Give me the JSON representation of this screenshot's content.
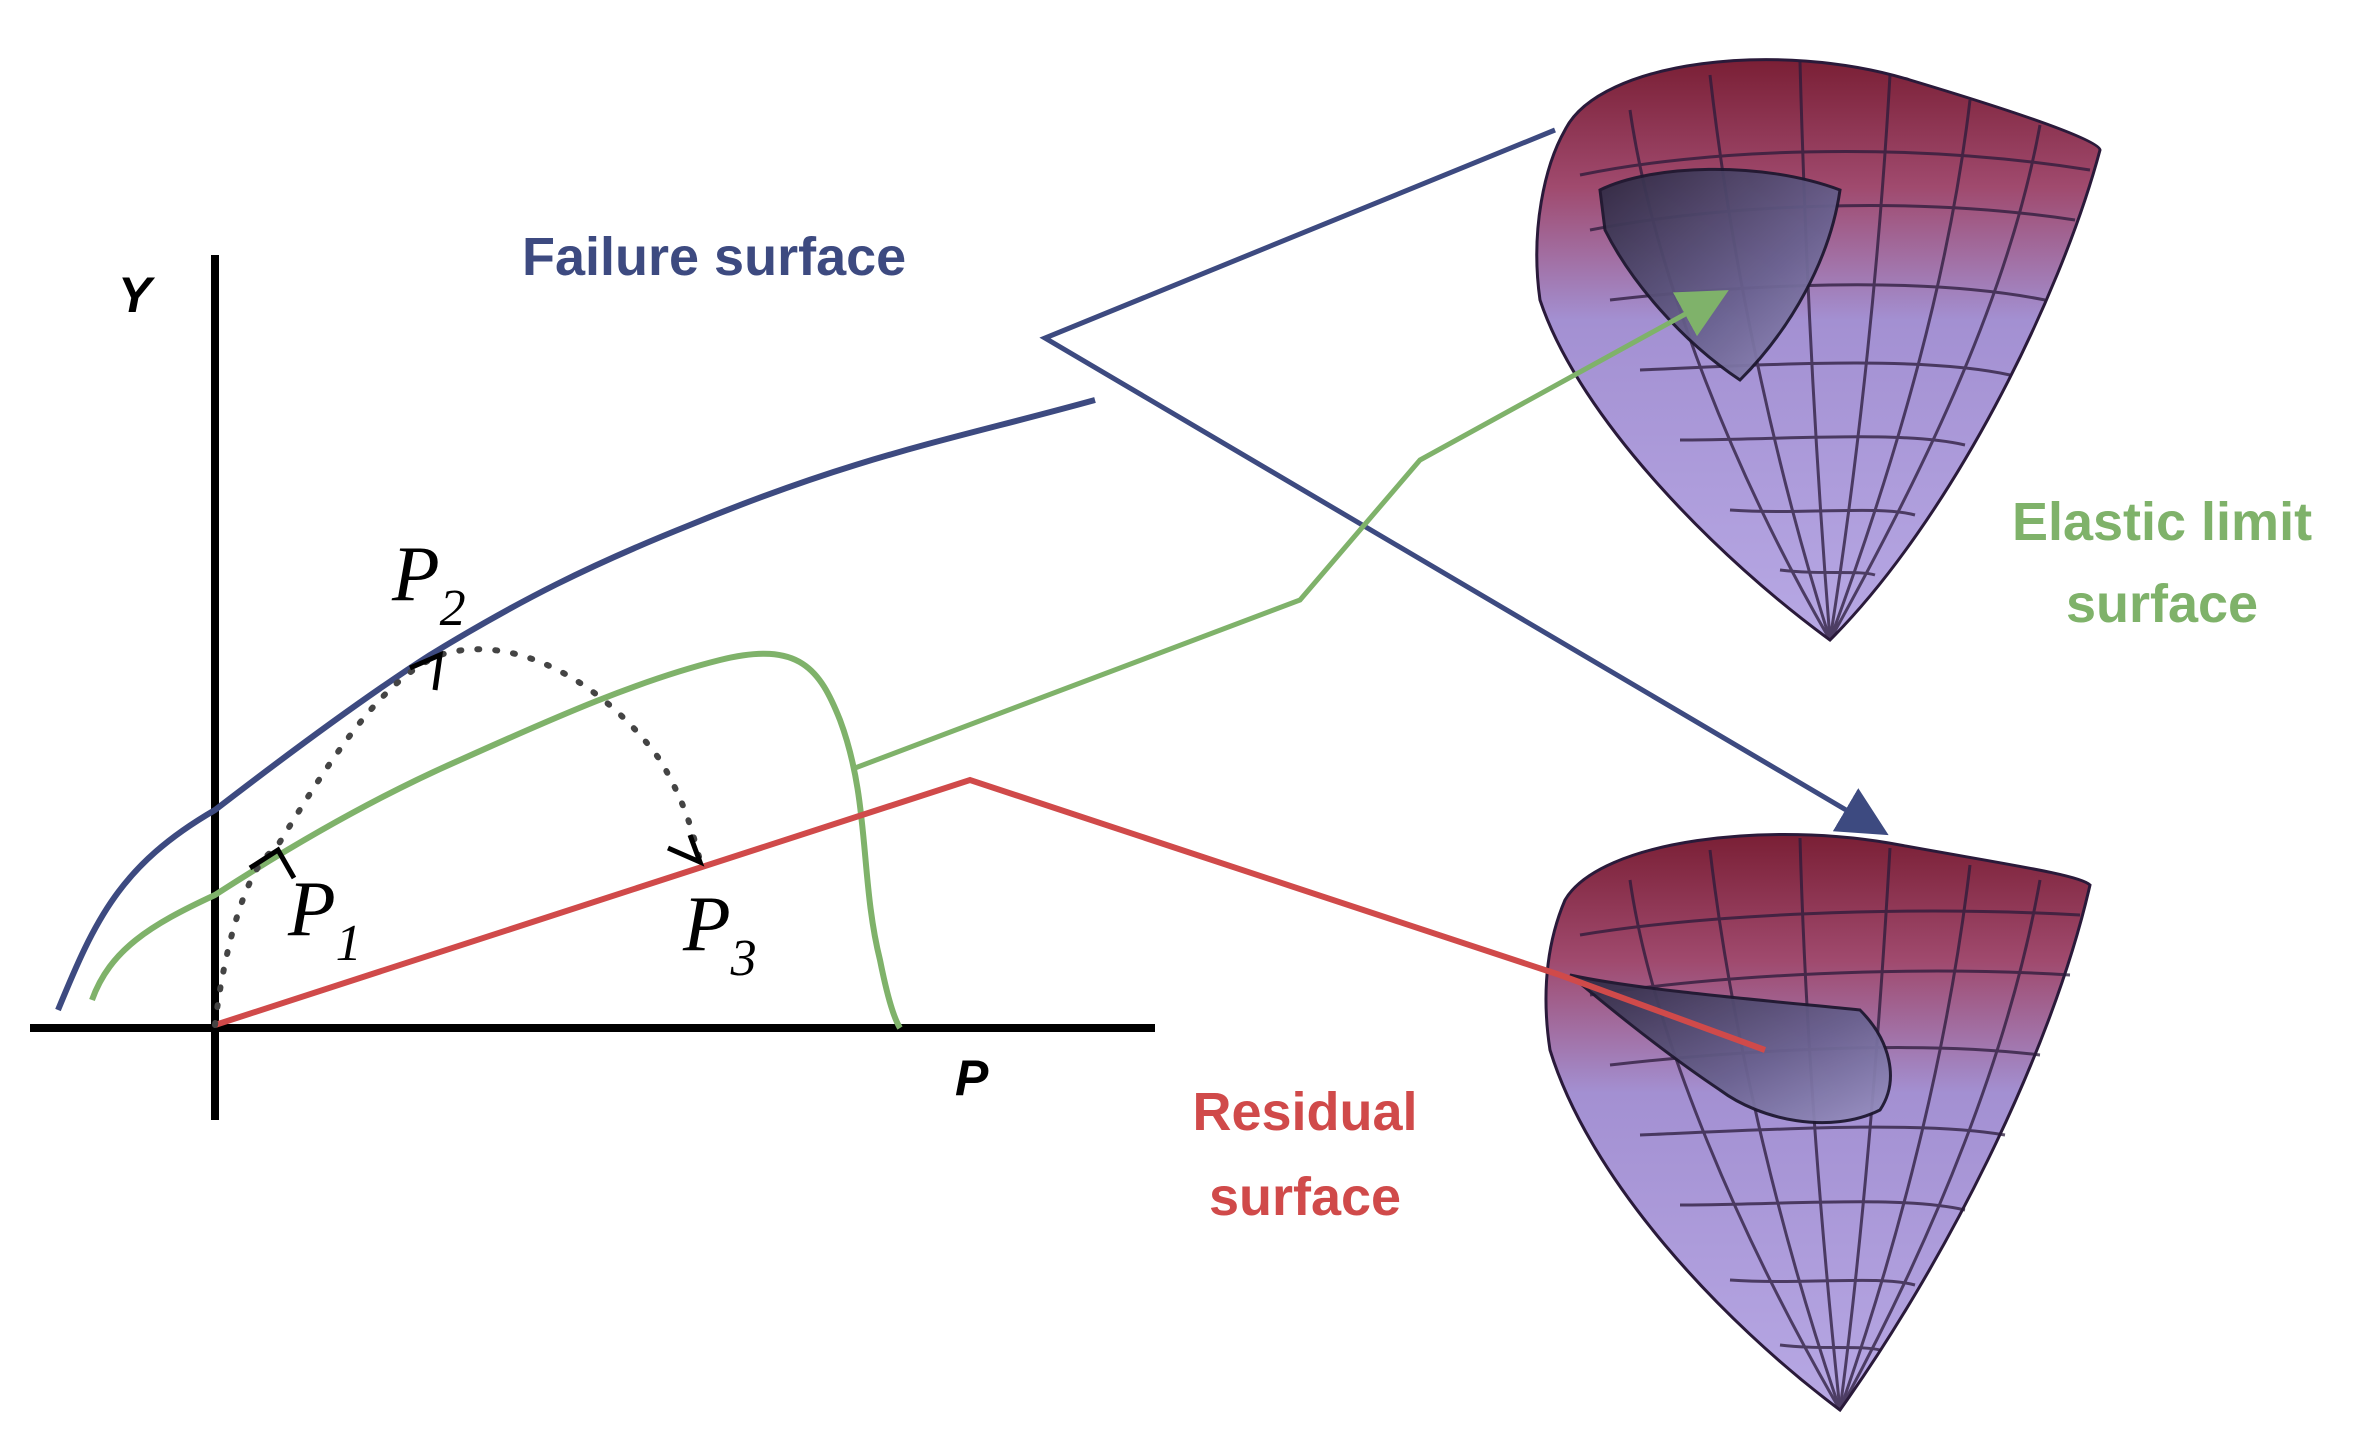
{
  "axes": {
    "y_label": "Y",
    "x_label": "P"
  },
  "labels": {
    "failure": "Failure surface",
    "elastic_line1": "Elastic limit",
    "elastic_line2": "surface",
    "residual_line1": "Residual",
    "residual_line2": "surface"
  },
  "points": [
    {
      "letter": "P",
      "sub": "1"
    },
    {
      "letter": "P",
      "sub": "2"
    },
    {
      "letter": "P",
      "sub": "3"
    }
  ],
  "colors": {
    "failure": "#3d4a80",
    "elastic": "#7fb26a",
    "residual": "#d04a4a",
    "axis": "#000000",
    "shell": "#9c8fd0",
    "shell_top": "#8a2a3a",
    "shell_grid": "#2a1a3a"
  }
}
